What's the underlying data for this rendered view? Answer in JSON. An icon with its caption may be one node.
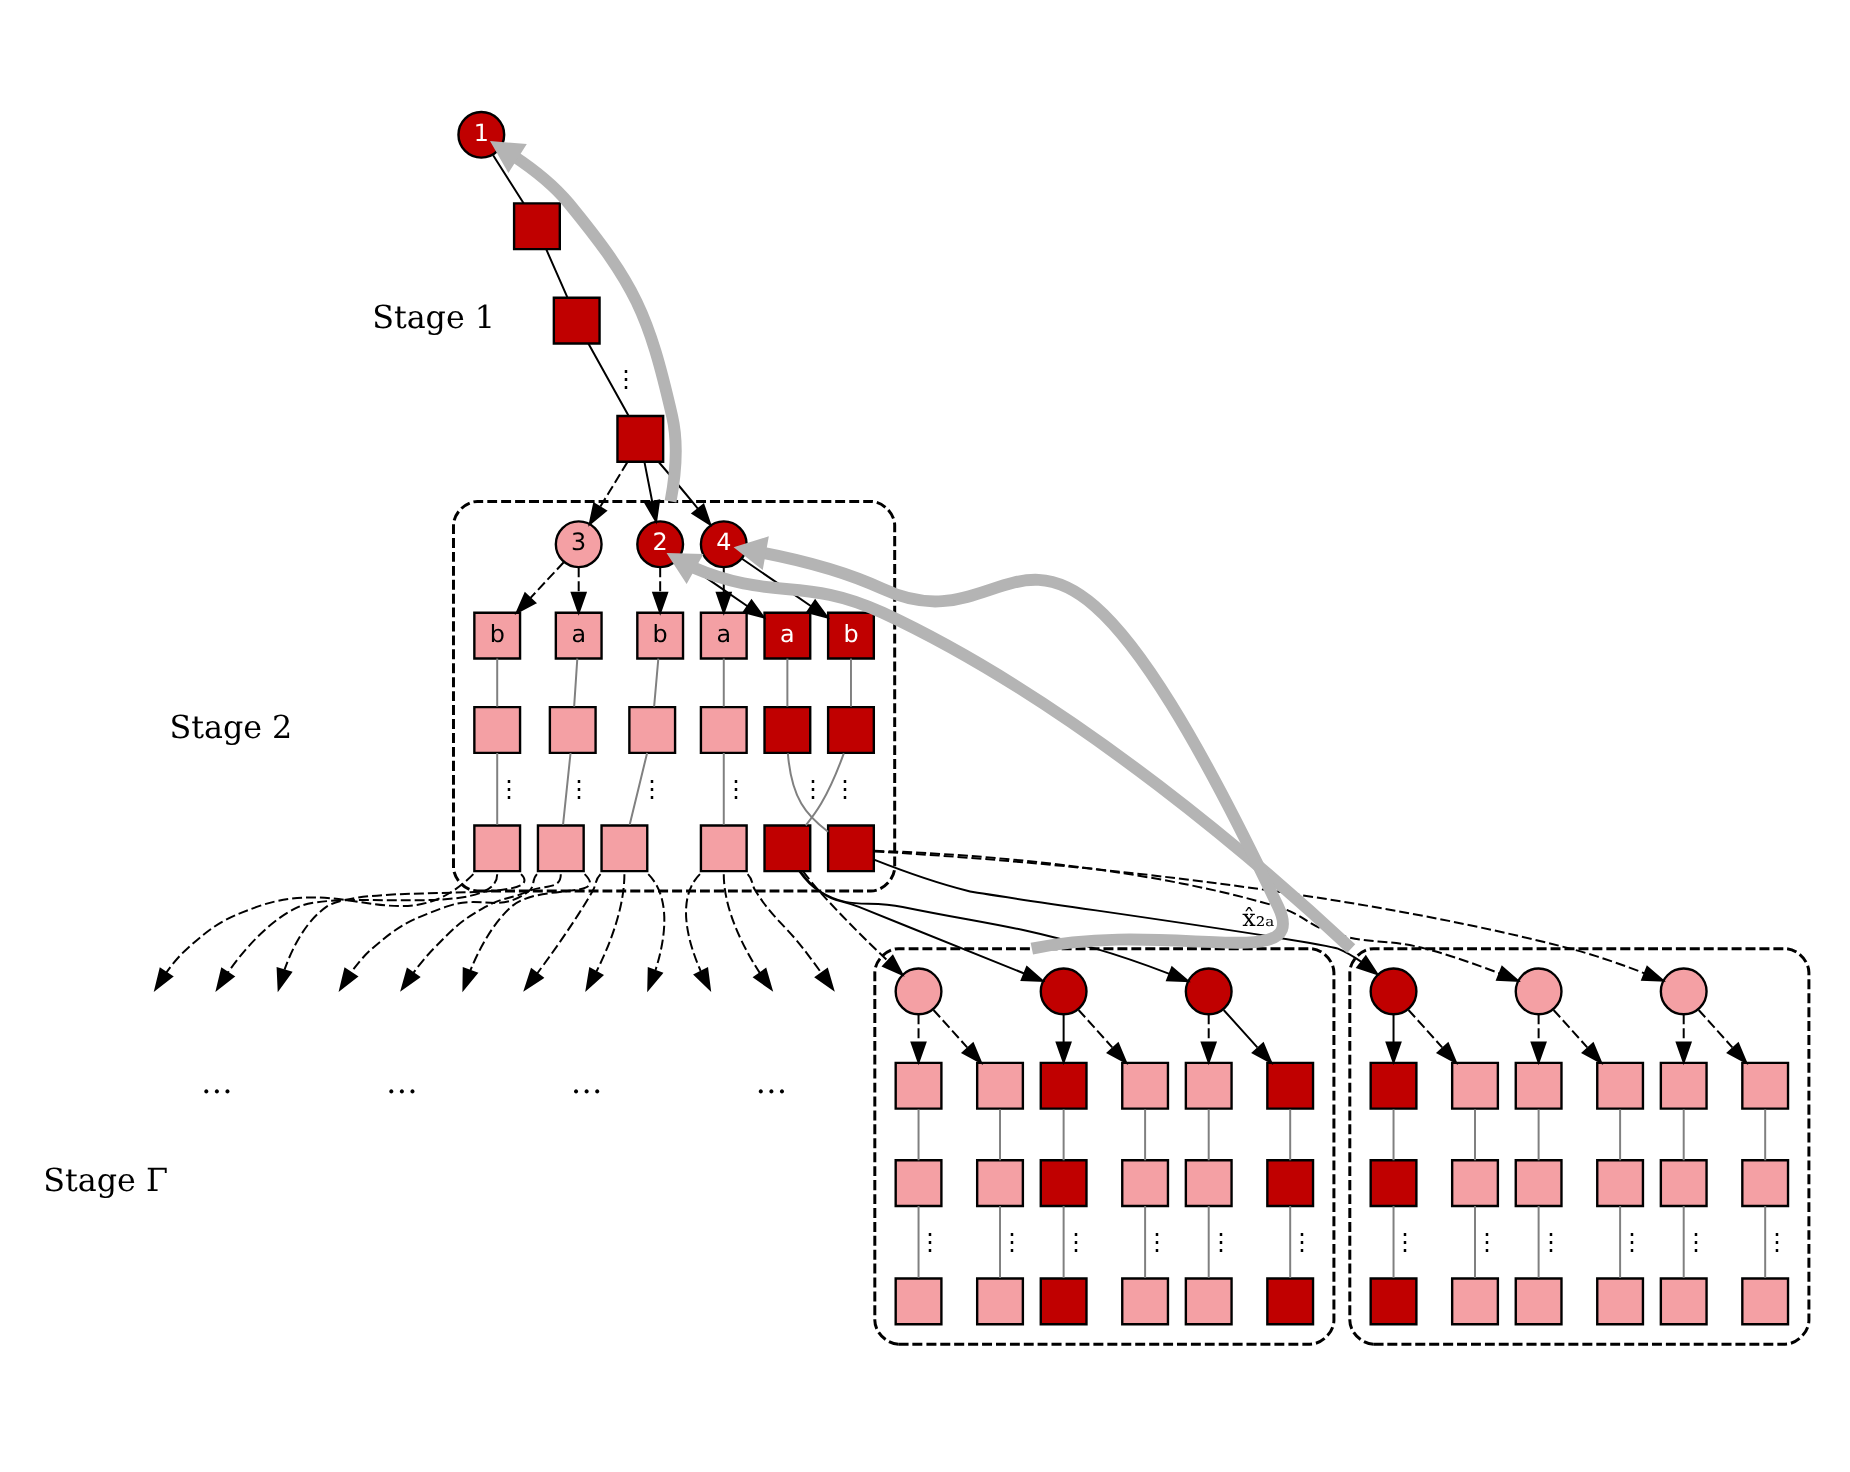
{
  "diagram": {
    "nodes": [
      {
        "text": [
          "1"
        ]
      },
      {
        "text": [],
        "shape": "box"
      },
      {
        "text": [],
        "shape": "box"
      },
      {
        "text": [],
        "shape": "box"
      },
      {
        "text": [],
        "shape": "box"
      },
      {
        "text": [
          "2"
        ],
        "in": 4
      },
      {
        "text": [
          "3"
        ],
        "in": 4
      },
      {
        "text": [
          "4"
        ],
        "in": 4
      },
      {
        "text": [
          "a"
        ],
        "in": 4
      },
      {
        "text": [],
        "shape": "box",
        "in": 4
      },
      {
        "text": [],
        "shape": "box",
        "in": 4
      },
      {
        "text": [
          "b"
        ],
        "in": 4
      },
      {
        "text": [],
        "shape": "box",
        "in": 4
      },
      {
        "text": [],
        "shape": "box",
        "in": 4
      },
      {
        "text": [
          "a"
        ],
        "in": 4
      },
      {
        "text": [],
        "shape": "box",
        "in": 4
      },
      {
        "text": [],
        "shape": "box",
        "in": 4
      },
      {
        "text": [
          "b"
        ],
        "in": 4
      },
      {
        "text": [],
        "shape": "box",
        "in": 4
      },
      {
        "text": [],
        "shape": "box",
        "in": 4
      },
      {
        "text": [
          "a"
        ],
        "in": 4
      },
      {
        "text": [],
        "shape": "box",
        "in": 4
      },
      {
        "text": [],
        "shape": "box",
        "in": 4
      },
      {
        "text": [
          "b"
        ],
        "in": 4
      },
      {
        "text": [],
        "shape": "box",
        "in": 4
      },
      {
        "text": [],
        "shape": "box",
        "in": 4
      },
      {
        "text": [],
        "shape": "box"
      },
      {
        "text": [],
        "shape": "circle",
        "in": 26
      },
      {
        "text": [],
        "shape": "circle",
        "in": 26
      },
      {
        "text": [],
        "shape": "circle",
        "in": 26
      },
      {
        "text": [],
        "shape": "box",
        "in": 26
      },
      {
        "text": [],
        "shape": "box",
        "in": 26
      },
      {
        "text": [],
        "shape": "box",
        "in": 26
      },
      {
        "text": [],
        "shape": "box",
        "in": 26
      },
      {
        "text": [],
        "shape": "box",
        "in": 26
      },
      {
        "text": [],
        "shape": "box",
        "in": 26
      },
      {
        "text": [],
        "shape": "box",
        "in": 26
      },
      {
        "text": [],
        "shape": "box",
        "in": 26
      },
      {
        "text": [],
        "shape": "box",
        "in": 26
      },
      {
        "text": [],
        "shape": "box",
        "in": 26
      },
      {
        "text": [],
        "shape": "box",
        "in": 26
      },
      {
        "text": [],
        "shape": "box",
        "in": 26
      },
      {
        "text": [],
        "shape": "box",
        "in": 26
      },
      {
        "text": [],
        "shape": "box",
        "in": 26
      },
      {
        "text": [],
        "shape": "box",
        "in": 26
      },
      {
        "text": [],
        "shape": "box",
        "in": 26
      },
      {
        "text": [],
        "shape": "box",
        "in": 26
      },
      {
        "text": [],
        "shape": "box",
        "in": 26
      },
      {
        "text": [],
        "shape": "box"
      },
      {
        "text": [],
        "shape": "circle",
        "in": 48
      },
      {
        "text": [],
        "shape": "circle",
        "in": 48
      },
      {
        "text": [],
        "shape": "circle",
        "in": 48
      },
      {
        "text": [],
        "shape": "box",
        "in": 48
      },
      {
        "text": [],
        "shape": "box",
        "in": 48
      },
      {
        "text": [],
        "shape": "box",
        "in": 48
      },
      {
        "text": [],
        "shape": "box",
        "in": 48
      },
      {
        "text": [],
        "shape": "box",
        "in": 48
      },
      {
        "text": [],
        "shape": "box",
        "in": 48
      },
      {
        "text": [],
        "shape": "box",
        "in": 48
      },
      {
        "text": [],
        "shape": "box",
        "in": 48
      },
      {
        "text": [],
        "shape": "box",
        "in": 48
      },
      {
        "text": [],
        "shape": "box",
        "in": 48
      },
      {
        "text": [],
        "shape": "box",
        "in": 48
      },
      {
        "text": [],
        "shape": "box",
        "in": 48
      },
      {
        "text": [],
        "shape": "box",
        "in": 48
      },
      {
        "text": [],
        "shape": "box",
        "in": 48
      },
      {
        "text": [],
        "shape": "box",
        "in": 48
      },
      {
        "text": [],
        "shape": "box",
        "in": 48
      },
      {
        "text": [],
        "shape": "box",
        "in": 48
      },
      {
        "text": [],
        "shape": "box",
        "in": 48
      }
    ],
    "edges": [
      {
        "from": 0,
        "to": 1,
        "arrow": "none",
        "color": "#000000"
      },
      {
        "from": 1,
        "to": 2,
        "arrow": "none",
        "color": "#000000"
      },
      {
        "from": 2,
        "to": 3,
        "arrow": "none",
        "label": "⋮",
        "color": "#000000"
      },
      {
        "from": 3,
        "to": 5,
        "arrow": "to",
        "color": "#000000"
      },
      {
        "from": 3,
        "to": 6,
        "arrow": "to",
        "style": "dashed",
        "color": "#000000"
      },
      {
        "from": 3,
        "to": 7,
        "arrow": "to",
        "color": "#000000"
      },
      {
        "from": 5,
        "to": 8,
        "arrow": "to",
        "color": "#000000"
      },
      {
        "from": 5,
        "to": 11,
        "arrow": "to",
        "style": "dashed",
        "color": "#000000"
      },
      {
        "from": 6,
        "to": 14,
        "arrow": "to",
        "style": "dashed",
        "color": "#000000"
      },
      {
        "from": 6,
        "to": 17,
        "arrow": "to",
        "style": "dashed",
        "color": "#000000"
      },
      {
        "from": 7,
        "to": 20,
        "arrow": "to",
        "color": "#000000"
      },
      {
        "from": 7,
        "to": 23,
        "arrow": "to",
        "color": "#000000"
      },
      {
        "from": 8,
        "to": 9,
        "arrow": "none",
        "color": "#808080"
      },
      {
        "from": 9,
        "to": 10,
        "arrow": "none",
        "label": "⋮",
        "color": "#808080"
      },
      {
        "from": 11,
        "to": 12,
        "arrow": "none",
        "color": "#808080"
      },
      {
        "from": 12,
        "to": 13,
        "arrow": "none",
        "label": "⋮",
        "color": "#808080"
      },
      {
        "from": 14,
        "to": 15,
        "arrow": "none",
        "color": "#808080"
      },
      {
        "from": 15,
        "to": 16,
        "arrow": "none",
        "label": "⋮",
        "color": "#808080"
      },
      {
        "from": 17,
        "to": 18,
        "arrow": "none",
        "color": "#808080"
      },
      {
        "from": 18,
        "to": 19,
        "arrow": "none",
        "label": "⋮",
        "color": "#808080"
      },
      {
        "from": 20,
        "to": 21,
        "arrow": "none",
        "color": "#808080"
      },
      {
        "from": 21,
        "to": 22,
        "arrow": "none",
        "label": "⋮",
        "color": "#808080"
      },
      {
        "from": 23,
        "to": 24,
        "arrow": "none",
        "color": "#808080"
      },
      {
        "from": 24,
        "to": 25,
        "arrow": "none",
        "label": "⋮",
        "color": "#808080"
      },
      {
        "from": 10,
        "to": 27,
        "arrow": "to",
        "label": "x̂₂ₐ",
        "color": "#000000"
      },
      {
        "from": 10,
        "to": 28,
        "arrow": "to",
        "style": "dashed",
        "color": "#000000"
      },
      {
        "from": 10,
        "to": 29,
        "arrow": "to",
        "style": "dashed",
        "color": "#000000"
      },
      {
        "from": 13,
        "to": null,
        "arrow": "to",
        "style": "dashed",
        "color": "#000000"
      },
      {
        "from": 13,
        "to": null,
        "arrow": "to",
        "style": "dashed",
        "color": "#000000"
      },
      {
        "from": 13,
        "to": null,
        "arrow": "to",
        "style": "dashed",
        "color": "#000000"
      },
      {
        "from": 16,
        "to": null,
        "arrow": "to",
        "style": "dashed",
        "color": "#000000"
      },
      {
        "from": 16,
        "to": null,
        "arrow": "to",
        "style": "dashed",
        "color": "#000000"
      },
      {
        "from": 16,
        "to": null,
        "arrow": "to",
        "style": "dashed",
        "color": "#000000"
      },
      {
        "from": 19,
        "to": null,
        "arrow": "to",
        "style": "dashed",
        "color": "#000000"
      },
      {
        "from": 19,
        "to": null,
        "arrow": "to",
        "style": "dashed",
        "color": "#000000"
      },
      {
        "from": 19,
        "to": null,
        "arrow": "to",
        "style": "dashed",
        "color": "#000000"
      },
      {
        "from": 22,
        "to": null,
        "arrow": "to",
        "style": "dashed",
        "color": "#000000"
      },
      {
        "from": 22,
        "to": null,
        "arrow": "to",
        "style": "dashed",
        "color": "#000000"
      },
      {
        "from": 22,
        "to": null,
        "arrow": "to",
        "style": "dashed",
        "color": "#000000"
      },
      {
        "from": 25,
        "to": 49,
        "arrow": "to",
        "style": "dashed",
        "color": "#000000"
      },
      {
        "from": 25,
        "to": 50,
        "arrow": "to",
        "color": "#000000"
      },
      {
        "from": 25,
        "to": 51,
        "arrow": "to",
        "color": "#000000"
      },
      {
        "from": 27,
        "to": 30,
        "arrow": "to",
        "style": "dashed",
        "color": "#000000"
      },
      {
        "from": 27,
        "to": 33,
        "arrow": "to",
        "color": "#000000"
      },
      {
        "from": 28,
        "to": 36,
        "arrow": "to",
        "style": "dashed",
        "color": "#000000"
      },
      {
        "from": 28,
        "to": 39,
        "arrow": "to",
        "style": "dashed",
        "color": "#000000"
      },
      {
        "from": 29,
        "to": 42,
        "arrow": "to",
        "style": "dashed",
        "color": "#000000"
      },
      {
        "from": 29,
        "to": 45,
        "arrow": "to",
        "style": "dashed",
        "color": "#000000"
      },
      {
        "from": 49,
        "to": 52,
        "arrow": "to",
        "style": "dashed",
        "color": "#000000"
      },
      {
        "from": 49,
        "to": 55,
        "arrow": "to",
        "style": "dashed",
        "color": "#000000"
      },
      {
        "from": 50,
        "to": 58,
        "arrow": "to",
        "style": "dashed",
        "color": "#000000"
      },
      {
        "from": 50,
        "to": 61,
        "arrow": "to",
        "color": "#000000"
      },
      {
        "from": 51,
        "to": 64,
        "arrow": "to",
        "color": "#000000"
      },
      {
        "from": 51,
        "to": 67,
        "arrow": "to",
        "style": "dashed",
        "color": "#000000"
      },
      {
        "from": 30,
        "to": 31,
        "arrow": "none",
        "color": "#808080"
      },
      {
        "from": 31,
        "to": 32,
        "arrow": "none",
        "label": "⋮",
        "color": "#808080"
      },
      {
        "from": 33,
        "to": 34,
        "arrow": "none",
        "color": "#808080"
      },
      {
        "from": 34,
        "to": 35,
        "arrow": "none",
        "label": "⋮",
        "color": "#808080"
      },
      {
        "from": 36,
        "to": 37,
        "arrow": "none",
        "color": "#808080"
      },
      {
        "from": 37,
        "to": 38,
        "arrow": "none",
        "label": "⋮",
        "color": "#808080"
      },
      {
        "from": 39,
        "to": 40,
        "arrow": "none",
        "color": "#808080"
      },
      {
        "from": 40,
        "to": 41,
        "arrow": "none",
        "label": "⋮",
        "color": "#808080"
      },
      {
        "from": 42,
        "to": 43,
        "arrow": "none",
        "color": "#808080"
      },
      {
        "from": 43,
        "to": 44,
        "arrow": "none",
        "label": "⋮",
        "color": "#808080"
      },
      {
        "from": 45,
        "to": 46,
        "arrow": "none",
        "color": "#808080"
      },
      {
        "from": 46,
        "to": 47,
        "arrow": "none",
        "label": "⋮",
        "color": "#808080"
      },
      {
        "from": 52,
        "to": 53,
        "arrow": "none",
        "color": "#808080"
      },
      {
        "from": 53,
        "to": 54,
        "arrow": "none",
        "label": "⋮",
        "color": "#808080"
      },
      {
        "from": 55,
        "to": 56,
        "arrow": "none",
        "color": "#808080"
      },
      {
        "from": 56,
        "to": 57,
        "arrow": "none",
        "label": "⋮",
        "color": "#808080"
      },
      {
        "from": 58,
        "to": 59,
        "arrow": "none",
        "color": "#808080"
      },
      {
        "from": 59,
        "to": 60,
        "arrow": "none",
        "label": "⋮",
        "color": "#808080"
      },
      {
        "from": 61,
        "to": 62,
        "arrow": "none",
        "color": "#808080"
      },
      {
        "from": 62,
        "to": 63,
        "arrow": "none",
        "label": "⋮",
        "color": "#808080"
      },
      {
        "from": 64,
        "to": 65,
        "arrow": "none",
        "color": "#808080"
      },
      {
        "from": 65,
        "to": 66,
        "arrow": "none",
        "label": "⋮",
        "color": "#808080"
      },
      {
        "from": 67,
        "to": 68,
        "arrow": "none",
        "color": "#808080"
      },
      {
        "from": 68,
        "to": 69,
        "arrow": "none",
        "label": "⋮",
        "color": "#808080"
      },
      {
        "from": 4,
        "to": 0,
        "arrow": "to",
        "style": "thick",
        "color": "#b4b4b4"
      },
      {
        "from": 26,
        "to": 5,
        "arrow": "to",
        "style": "thick",
        "color": "#b4b4b4"
      },
      {
        "from": 48,
        "to": 7,
        "arrow": "to",
        "style": "thick",
        "color": "#b4b4b4"
      }
    ],
    "labels": [
      "Stage 1",
      "Stage 2",
      "Stage Γ",
      "…",
      "…",
      "…",
      "…"
    ]
  }
}
